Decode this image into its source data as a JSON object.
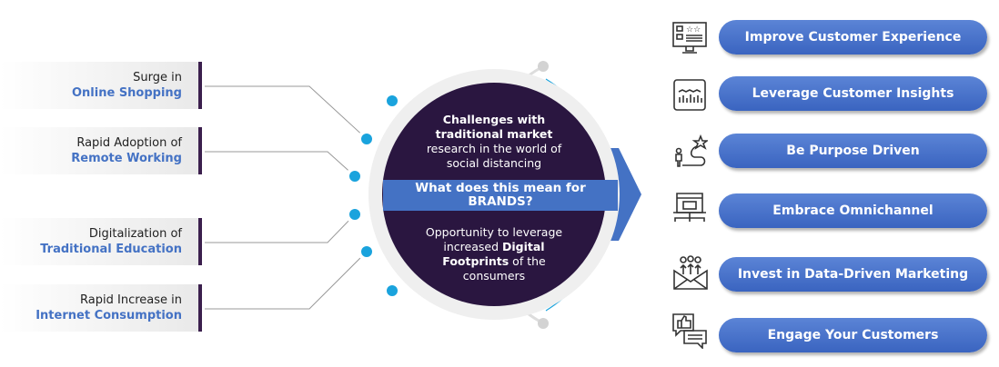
{
  "drivers": [
    {
      "line1": "Surge in",
      "line2": "Online Shopping"
    },
    {
      "line1": "Rapid Adoption of",
      "line2": "Remote Working"
    },
    {
      "line1": "Digitalization of",
      "line2": "Traditional Education"
    },
    {
      "line1": "Rapid Increase in",
      "line2": "Internet Consumption"
    }
  ],
  "center": {
    "top_bold": "Challenges with traditional market",
    "top_rest": "research in the world of social distancing",
    "band": "What does this mean for BRANDS?",
    "bottom_a": "Opportunity to leverage increased",
    "bottom_bold": "Digital Footprints",
    "bottom_c": "of the consumers"
  },
  "actions": [
    {
      "label": "Improve Customer Experience",
      "icon": "monitor-rating-icon"
    },
    {
      "label": "Leverage Customer Insights",
      "icon": "analytics-chart-icon"
    },
    {
      "label": "Be Purpose Driven",
      "icon": "person-path-star-icon"
    },
    {
      "label": "Embrace Omnichannel",
      "icon": "storefront-network-icon"
    },
    {
      "label": "Invest in Data-Driven Marketing",
      "icon": "envelope-marketing-icon"
    },
    {
      "label": "Engage Your Customers",
      "icon": "chat-thumbs-up-icon"
    }
  ],
  "colors": {
    "accent": "#4472c4",
    "dark": "#2a1640",
    "dot": "#1aa3dd"
  }
}
